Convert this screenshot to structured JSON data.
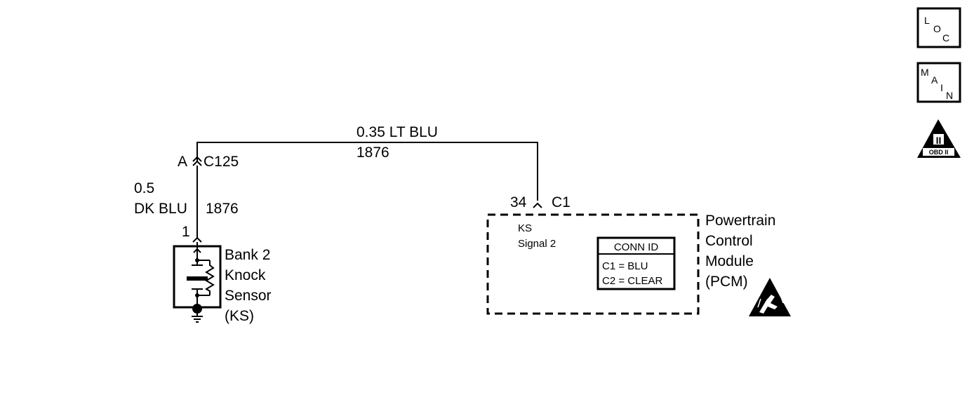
{
  "nav": {
    "loc": {
      "l1": "L",
      "l2": "O",
      "l3": "C"
    },
    "main": {
      "l1": "M",
      "l2": "A",
      "l3": "I",
      "l4": "N"
    },
    "obd": {
      "numeral": "II",
      "label": "OBD II"
    }
  },
  "top_wire": {
    "gauge_color": "0.35 LT BLU",
    "circuit": "1876"
  },
  "inline_connector": {
    "pin": "A",
    "id": "C125"
  },
  "left_wire": {
    "gauge": "0.5",
    "color": "DK BLU",
    "circuit": "1876"
  },
  "sensor": {
    "pin": "1",
    "name": [
      "Bank 2",
      "Knock",
      "Sensor",
      "(KS)"
    ]
  },
  "pcm": {
    "pin": "34",
    "connector": "C1",
    "signal_line1": "KS",
    "signal_line2": "Signal 2",
    "name": [
      "Powertrain",
      "Control",
      "Module",
      "(PCM)"
    ]
  },
  "conn_id": {
    "title": "CONN ID",
    "row1": "C1 = BLU",
    "row2": "C2 = CLEAR"
  }
}
